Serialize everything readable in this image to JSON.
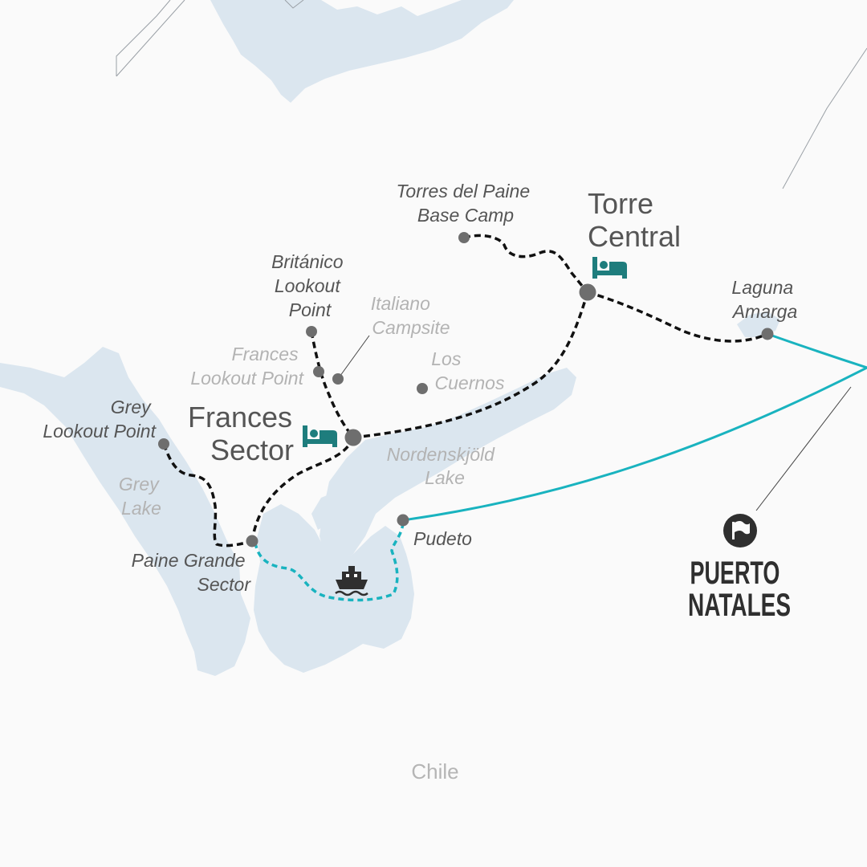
{
  "map": {
    "colors": {
      "background": "#fafafa",
      "water": "#dbe6ef",
      "trail": "#111111",
      "transport": "#19b3bf",
      "lodging": "#1e7d7d",
      "marker": "#6e6e6e",
      "city_marker": "#3a3a3a"
    },
    "country_label": "Chile",
    "major_stops": [
      {
        "id": "torre-central",
        "lines": [
          "Torre",
          "Central"
        ],
        "icon": "bed-icon"
      },
      {
        "id": "frances-sector",
        "lines": [
          "Frances",
          "Sector"
        ],
        "icon": "bed-icon"
      }
    ],
    "places": [
      {
        "id": "torres-base-camp",
        "lines": [
          "Torres del Paine",
          "Base Camp"
        ]
      },
      {
        "id": "britanico-lookout",
        "lines": [
          "Británico",
          "Lookout",
          "Point"
        ]
      },
      {
        "id": "laguna-amarga",
        "lines": [
          "Laguna",
          "Amarga"
        ]
      },
      {
        "id": "grey-lookout",
        "lines": [
          "Grey",
          "Lookout Point"
        ]
      },
      {
        "id": "paine-grande",
        "lines": [
          "Paine Grande",
          "Sector"
        ]
      },
      {
        "id": "pudeto",
        "lines": [
          "Pudeto"
        ]
      }
    ],
    "minor_places": [
      {
        "id": "italiano-campsite",
        "lines": [
          "Italiano",
          "Campsite"
        ]
      },
      {
        "id": "frances-lookout",
        "lines": [
          "Frances",
          "Lookout Point"
        ]
      },
      {
        "id": "los-cuernos",
        "lines": [
          "Los",
          "Cuernos"
        ]
      }
    ],
    "water_labels": [
      {
        "id": "grey-lake",
        "lines": [
          "Grey",
          "Lake"
        ]
      },
      {
        "id": "nordenskjold-lake",
        "lines": [
          "Nordenskjöld",
          "Lake"
        ]
      }
    ],
    "city": {
      "lines": [
        "PUERTO",
        "NATALES"
      ],
      "icon": "flag-icon"
    },
    "boat_icon": "boat-icon"
  }
}
